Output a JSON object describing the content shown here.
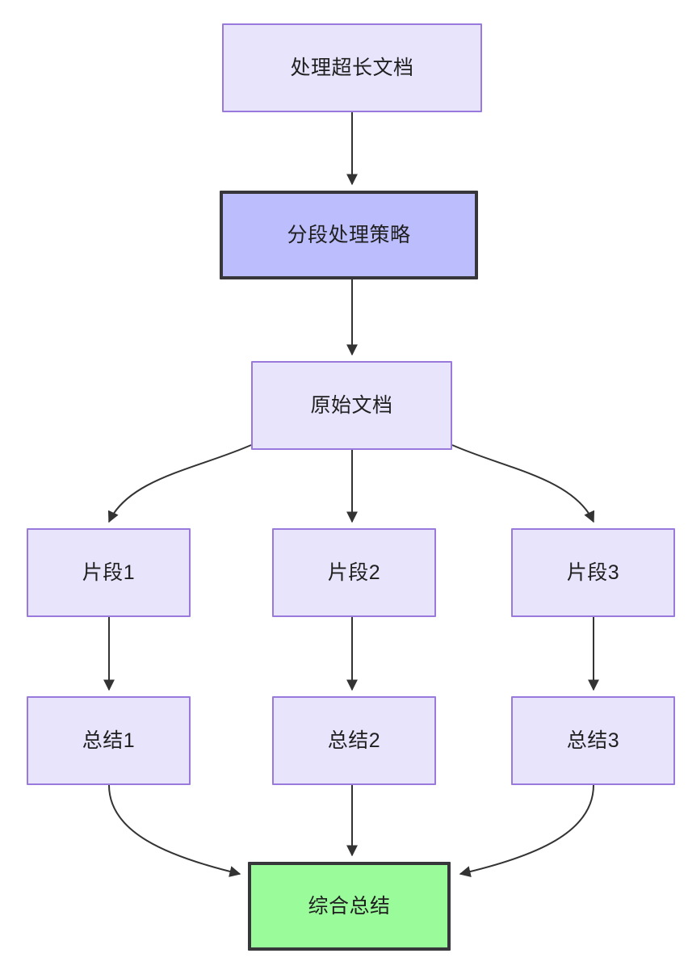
{
  "diagram": {
    "type": "flowchart",
    "direction": "top-down",
    "background_color": "#ffffff",
    "nodes": [
      {
        "id": "source",
        "label": "处理超长文档",
        "style": "default",
        "fill": "#e7e4fb",
        "stroke": "#9a79dd"
      },
      {
        "id": "strategy",
        "label": "分段处理策略",
        "style": "emphasis",
        "fill": "#bcbdfc",
        "stroke": "#36363b"
      },
      {
        "id": "original",
        "label": "原始文档",
        "style": "default",
        "fill": "#e7e4fb",
        "stroke": "#9a79dd"
      },
      {
        "id": "chunk1",
        "label": "片段1",
        "style": "default",
        "fill": "#e7e4fb",
        "stroke": "#9a79dd"
      },
      {
        "id": "chunk2",
        "label": "片段2",
        "style": "default",
        "fill": "#e7e4fb",
        "stroke": "#9a79dd"
      },
      {
        "id": "chunk3",
        "label": "片段3",
        "style": "default",
        "fill": "#e7e4fb",
        "stroke": "#9a79dd"
      },
      {
        "id": "summary1",
        "label": "总结1",
        "style": "default",
        "fill": "#e7e4fb",
        "stroke": "#9a79dd"
      },
      {
        "id": "summary2",
        "label": "总结2",
        "style": "default",
        "fill": "#e7e4fb",
        "stroke": "#9a79dd"
      },
      {
        "id": "summary3",
        "label": "总结3",
        "style": "default",
        "fill": "#e7e4fb",
        "stroke": "#9a79dd"
      },
      {
        "id": "final",
        "label": "综合总结",
        "style": "result",
        "fill": "#99fb99",
        "stroke": "#36363b"
      }
    ],
    "edges": [
      {
        "from": "source",
        "to": "strategy",
        "shape": "straight"
      },
      {
        "from": "strategy",
        "to": "original",
        "shape": "straight"
      },
      {
        "from": "original",
        "to": "chunk1",
        "shape": "curve"
      },
      {
        "from": "original",
        "to": "chunk2",
        "shape": "straight"
      },
      {
        "from": "original",
        "to": "chunk3",
        "shape": "curve"
      },
      {
        "from": "chunk1",
        "to": "summary1",
        "shape": "straight"
      },
      {
        "from": "chunk2",
        "to": "summary2",
        "shape": "straight"
      },
      {
        "from": "chunk3",
        "to": "summary3",
        "shape": "straight"
      },
      {
        "from": "summary1",
        "to": "final",
        "shape": "curve"
      },
      {
        "from": "summary2",
        "to": "final",
        "shape": "straight"
      },
      {
        "from": "summary3",
        "to": "final",
        "shape": "curve"
      }
    ],
    "edge_color": "#333333"
  }
}
